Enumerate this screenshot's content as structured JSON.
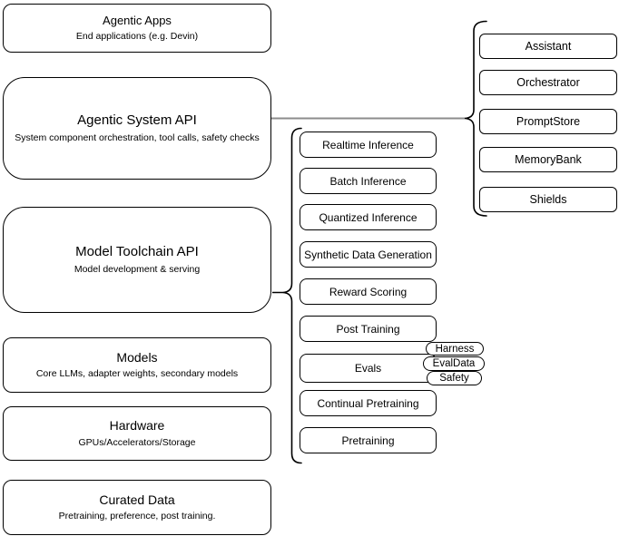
{
  "diagram": {
    "stack": [
      {
        "title": "Agentic Apps",
        "subtitle": "End applications (e.g. Devin)"
      },
      {
        "title": "Agentic System API",
        "subtitle": "System component orchestration, tool calls, safety checks"
      },
      {
        "title": "Model Toolchain API",
        "subtitle": "Model development & serving"
      },
      {
        "title": "Models",
        "subtitle": "Core LLMs, adapter weights, secondary models"
      },
      {
        "title": "Hardware",
        "subtitle": "GPUs/Accelerators/Storage"
      },
      {
        "title": "Curated Data",
        "subtitle": "Pretraining, preference, post training."
      }
    ],
    "toolchain_items": [
      "Realtime Inference",
      "Batch Inference",
      "Quantized Inference",
      "Synthetic Data Generation",
      "Reward Scoring",
      "Post Training",
      "Evals",
      "Continual Pretraining",
      "Pretraining"
    ],
    "eval_tags": [
      "Harness",
      "EvalData",
      "Safety"
    ],
    "system_components": [
      "Assistant",
      "Orchestrator",
      "PromptStore",
      "MemoryBank",
      "Shields"
    ],
    "colors": {
      "stroke": "#000000",
      "connector_gray": "#8c8c8c",
      "background": "#ffffff",
      "text": "#000000"
    }
  }
}
